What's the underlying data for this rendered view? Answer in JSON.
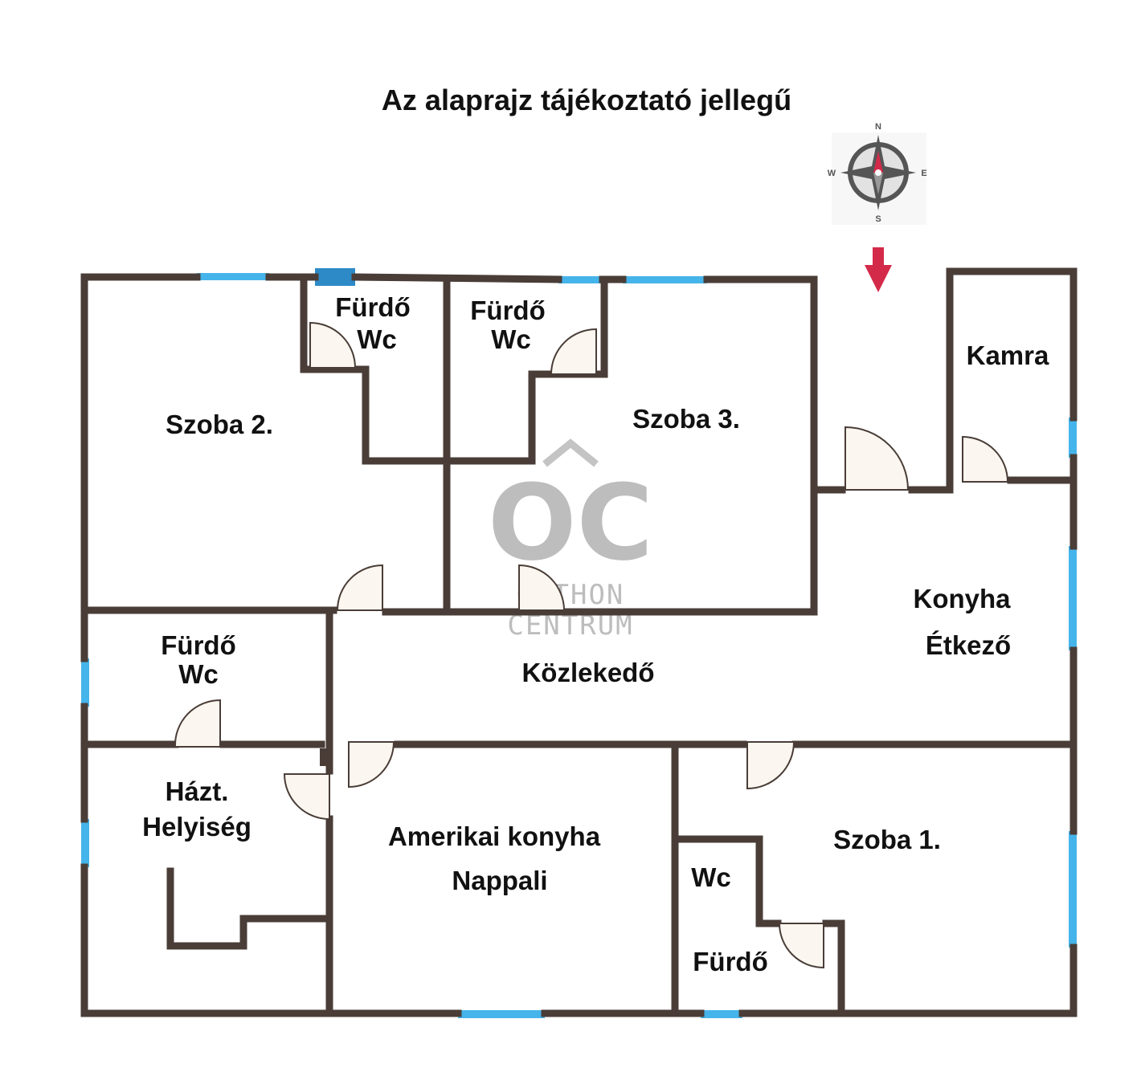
{
  "title": "Az alaprajz tájékoztató jellegű",
  "compass": {
    "n": "N",
    "e": "E",
    "s": "S",
    "w": "W"
  },
  "watermark": {
    "logo": "OC",
    "line1": "OTTHON",
    "line2": "CENTRUM"
  },
  "rooms": {
    "furdo_wc_a": [
      "Fürdő",
      "Wc"
    ],
    "furdo_wc_b": [
      "Fürdő",
      "Wc"
    ],
    "szoba2": "Szoba 2.",
    "szoba3": "Szoba 3.",
    "kamra": "Kamra",
    "konyha_etkezo": [
      "Konyha",
      "Étkező"
    ],
    "furdo_wc_c": [
      "Fürdő",
      "Wc"
    ],
    "kozlekedo": "Közlekedő",
    "hazt_helyiseg": [
      "Házt.",
      "Helyiség"
    ],
    "amerikai_konyha_nappali": [
      "Amerikai konyha",
      "Nappali"
    ],
    "szoba1": "Szoba 1.",
    "wc": "Wc",
    "furdo": "Fürdő"
  },
  "colors": {
    "wall": "#4a3d37",
    "window": "#45b4ea",
    "door_fill": "#fbf7f0",
    "arrow": "#d42a4a"
  }
}
